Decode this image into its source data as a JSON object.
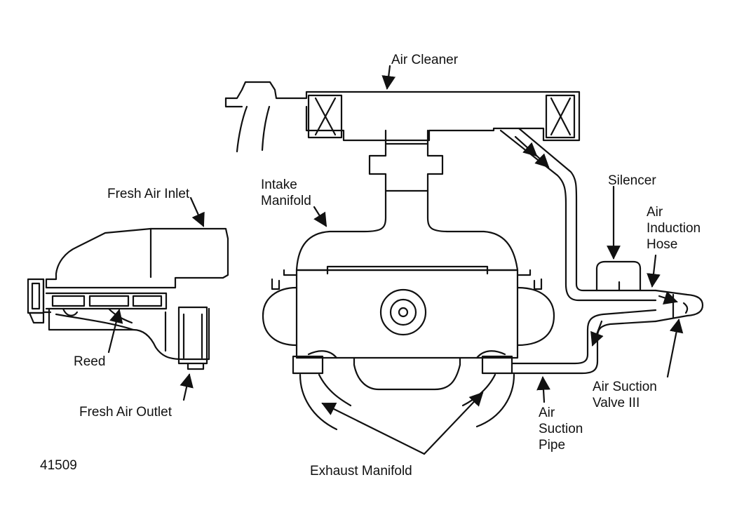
{
  "labels": {
    "air_cleaner": "Air Cleaner",
    "fresh_air_inlet": "Fresh Air Inlet",
    "intake_manifold": "Intake\nManifold",
    "silencer": "Silencer",
    "air_induction_hose": "Air\nInduction\nHose",
    "reed": "Reed",
    "fresh_air_outlet": "Fresh Air Outlet",
    "air_suction_valve": "Air Suction\nValve III",
    "air_suction_pipe": "Air\nSuction\nPipe",
    "exhaust_manifold": "Exhaust Manifold",
    "figure_number": "41509"
  },
  "colors": {
    "line": "#111111",
    "background": "#ffffff"
  }
}
